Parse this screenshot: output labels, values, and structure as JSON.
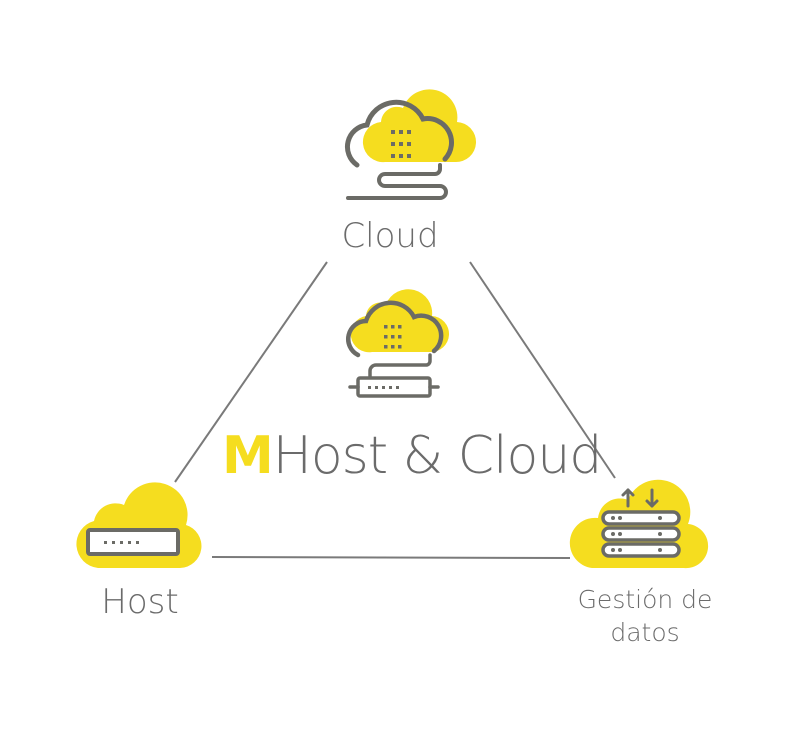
{
  "nodes": {
    "cloud": {
      "label": "Cloud"
    },
    "host": {
      "label": "Host"
    },
    "data_management": {
      "label": "Gestión de datos"
    }
  },
  "brand": {
    "mark": "M",
    "text": "Host & Cloud"
  },
  "colors": {
    "accent": "#f5dd1f",
    "line": "#7a7a7a",
    "icon_stroke": "#6b6b66",
    "text": "#6b6b6b"
  },
  "icons": {
    "top": "cloud-with-cable-icon",
    "center": "cloud-host-server-icon",
    "left": "cloud-host-icon",
    "right": "database-server-sync-icon"
  }
}
